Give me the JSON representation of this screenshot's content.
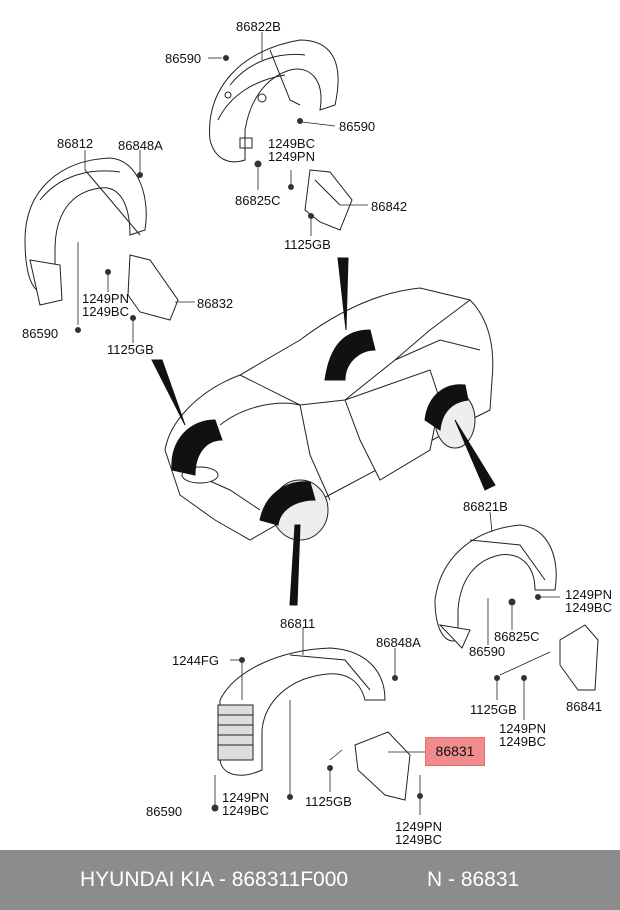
{
  "callouts": {
    "p86822B": "86822B",
    "p86590_a": "86590",
    "p86590_b": "86590",
    "p86590_c": "86590",
    "p86590_d": "86590",
    "p86590_e": "86590",
    "p86812": "86812",
    "p86848A_a": "86848A",
    "p86848A_b": "86848A",
    "p86825C_a": "86825C",
    "p86825C_b": "86825C",
    "p86842": "86842",
    "p1125GB_a": "1125GB",
    "p1125GB_b": "1125GB",
    "p1125GB_c": "1125GB",
    "p1125GB_d": "1125GB",
    "p86832": "86832",
    "p86821B": "86821B",
    "p86811": "86811",
    "p1244FG": "1244FG",
    "p86841": "86841",
    "highlighted": "86831"
  },
  "pairs": {
    "a": [
      "1249BC",
      "1249PN"
    ],
    "b": [
      "1249PN",
      "1249BC"
    ],
    "c": [
      "1249PN",
      "1249BC"
    ],
    "d": [
      "1249PN",
      "1249BC"
    ],
    "e": [
      "1249PN",
      "1249BC"
    ],
    "f": [
      "1249PN",
      "1249BC"
    ]
  },
  "footer": {
    "left": "HYUNDAI  KIA - 868311F000",
    "right": "N - 86831"
  }
}
